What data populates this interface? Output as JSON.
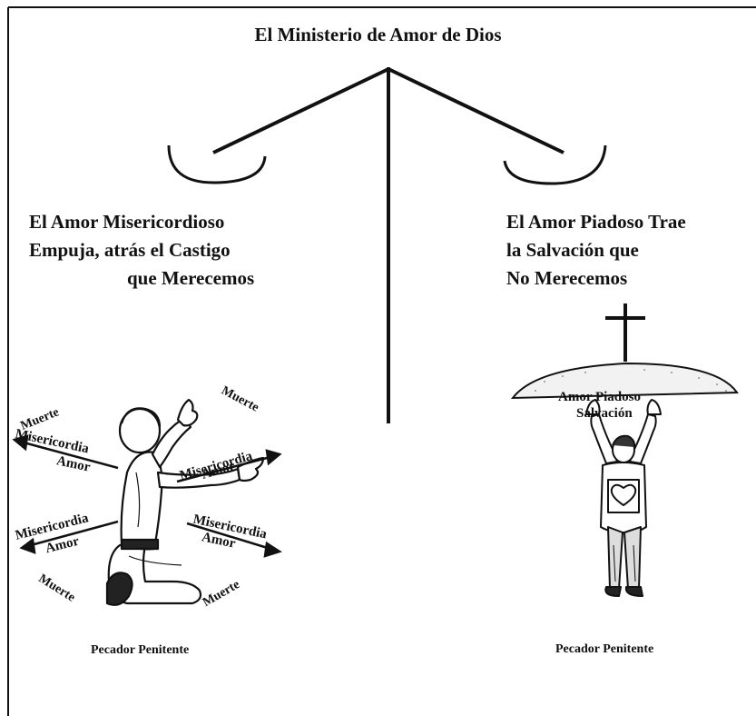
{
  "title": "El Ministerio de Amor de Dios",
  "left": {
    "lines": [
      "El Amor Misericordioso",
      "Empuja, atrás el Castigo",
      "que Merecemos"
    ],
    "labels": {
      "muerte": "Muerte",
      "misericordia": "Misericordia",
      "amor": "Amor"
    },
    "caption": "Pecador Penitente"
  },
  "right": {
    "lines": [
      "El Amor Piadoso Trae",
      "la Salvación que",
      "No Merecemos"
    ],
    "hill_lines": [
      "Amor Piadoso",
      "Salvación"
    ],
    "caption": "Pecador Penitente"
  }
}
